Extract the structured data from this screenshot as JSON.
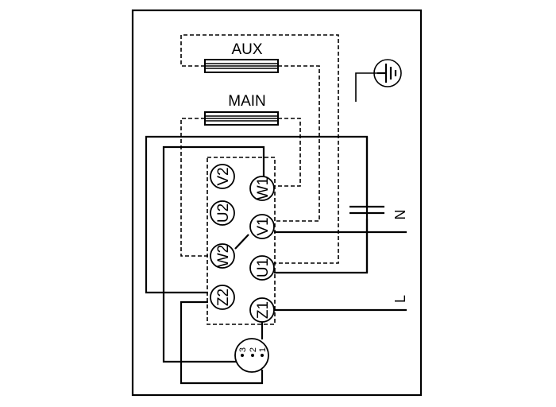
{
  "windings": {
    "aux_label": "AUX",
    "main_label": "MAIN"
  },
  "terminals": {
    "v2": "V2",
    "w1": "W1",
    "u2": "U2",
    "v1": "V1",
    "w2": "W2",
    "u1": "U1",
    "z2": "Z2",
    "z1": "Z1"
  },
  "thermal_switch": {
    "pin_3": "3",
    "pin_2": "2",
    "pin_1": "1"
  },
  "supply": {
    "neutral_label": "N",
    "line_label": "L"
  },
  "symbols": {
    "ground": "ground-icon",
    "capacitor": "capacitor-icon"
  }
}
